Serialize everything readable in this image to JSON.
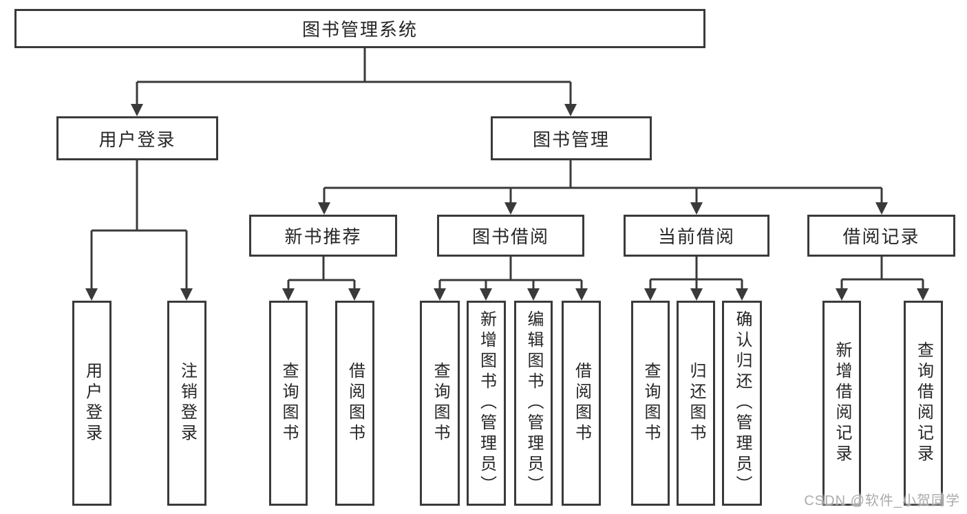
{
  "diagram": {
    "root": {
      "label": "图书管理系统"
    },
    "level1": [
      {
        "label": "用户登录"
      },
      {
        "label": "图书管理"
      }
    ],
    "level2": [
      {
        "label": "新书推荐"
      },
      {
        "label": "图书借阅"
      },
      {
        "label": "当前借阅"
      },
      {
        "label": "借阅记录"
      }
    ],
    "leaves": {
      "userLogin": [
        {
          "label": "用户登录"
        },
        {
          "label": "注销登录"
        }
      ],
      "newBookRecommend": [
        {
          "label": "查询图书"
        },
        {
          "label": "借阅图书"
        }
      ],
      "bookBorrowing": [
        {
          "label": "查询图书"
        },
        {
          "label": "新增图书（管理员）"
        },
        {
          "label": "编辑图书（管理员）"
        },
        {
          "label": "借阅图书"
        }
      ],
      "currentBorrowing": [
        {
          "label": "查询图书"
        },
        {
          "label": "归还图书"
        },
        {
          "label": "确认归还（管理员）"
        }
      ],
      "borrowingRecords": [
        {
          "label": "新增借阅记录"
        },
        {
          "label": "查询借阅记录"
        }
      ]
    }
  },
  "watermark": {
    "text": "CSDN @软件_小贺同学"
  },
  "colors": {
    "line": "#3a3a3a",
    "text": "#262626",
    "watermark": "#ababab",
    "background": "#ffffff"
  }
}
